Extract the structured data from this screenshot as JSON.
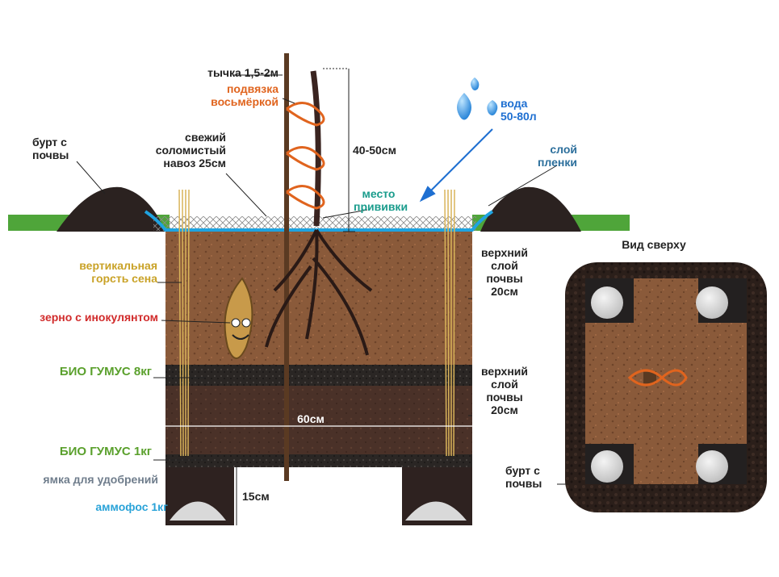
{
  "colors": {
    "soil_brown": "#8a5a3a",
    "soil_dark": "#3a2a22",
    "humus_black": "#2a2624",
    "grass_green": "#4fa53a",
    "film_blue": "#1fa3e0",
    "orange_label": "#e0641e",
    "yellow_label": "#c9a227",
    "green_label": "#5aa02c",
    "red_label": "#d12b2b",
    "teal_label": "#1a9c8c",
    "gray_label": "#6f7d8c",
    "cyan_label": "#2aa3d8",
    "water_label": "#1e6fd1",
    "steel_label": "#2c6f9c"
  },
  "labels": {
    "stake": "тычка 1,5-2м",
    "tie_line1": "подвязка",
    "tie_line2": "восьмёркой",
    "manure_line1": "свежий",
    "manure_line2": "соломистый",
    "manure_line3": "навоз 25см",
    "soil_mound_line1": "бурт с",
    "soil_mound_line2": "почвы",
    "height": "40-50см",
    "water_line1": "вода",
    "water_line2": "50-80л",
    "film_line1": "слой",
    "film_line2": "пленки",
    "graft_line1": "место",
    "graft_line2": "прививки",
    "hay_line1": "вертикальная",
    "hay_line2": "горсть сена",
    "grain": "зерно с инокулянтом",
    "humus_8": "БИО ГУМУС 8кг",
    "humus_1": "БИО ГУМУС 1кг",
    "top_soil_1_line1": "верхний",
    "top_soil_1_line2": "слой",
    "top_soil_1_line3": "почвы",
    "top_soil_1_line4": "20см",
    "top_soil_2_line1": "верхний",
    "top_soil_2_line2": "слой",
    "top_soil_2_line3": "почвы",
    "top_soil_2_line4": "20см",
    "width": "60см",
    "fertilizer_pit": "ямка для удобрений",
    "ammophos": "аммофос 1кг",
    "depth": "15см",
    "top_view_title": "Вид сверху",
    "top_view_mound_line1": "бурт с",
    "top_view_mound_line2": "почвы"
  }
}
